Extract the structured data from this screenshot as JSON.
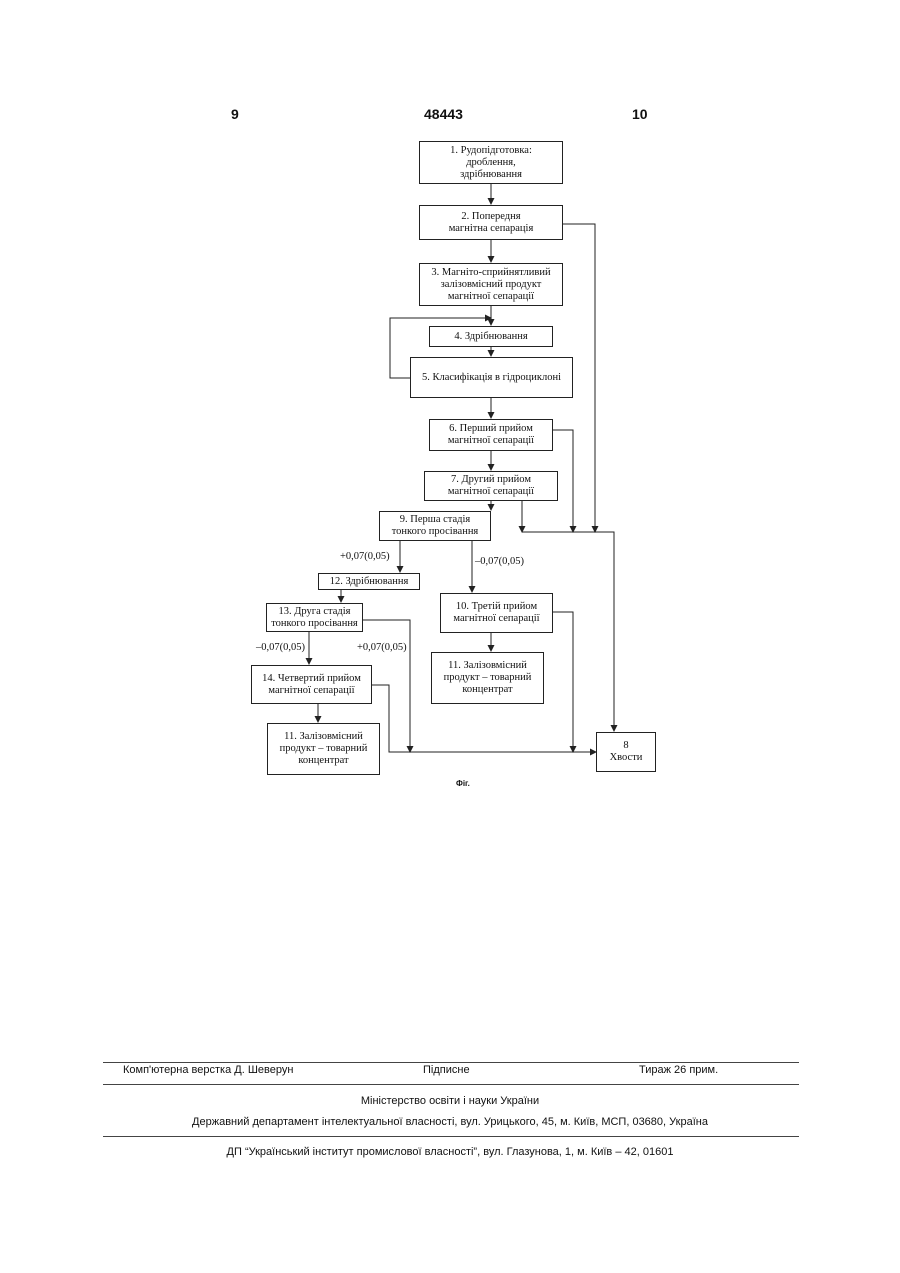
{
  "header": {
    "page_left": "9",
    "patent_number": "48443",
    "page_right": "10"
  },
  "diagram": {
    "nodes": [
      {
        "id": "b1",
        "text": "1. Рудопідготовка:\nдроблення,\nздрібнювання"
      },
      {
        "id": "b2",
        "text": "2. Попередня\nмагнітна сепарація"
      },
      {
        "id": "b3",
        "text": "3. Магніто-сприйнятливий\nзалізовмісний продукт\nмагнітної сепарації"
      },
      {
        "id": "b4",
        "text": "4. Здрібнювання"
      },
      {
        "id": "b5",
        "text": "5. Класифікація в гідроциклоні"
      },
      {
        "id": "b6",
        "text": "6. Перший прийом\nмагнітної сепарації"
      },
      {
        "id": "b7",
        "text": "7. Другий прийом\nмагнітної сепарації"
      },
      {
        "id": "b9",
        "text": "9. Перша стадія\nтонкого просівання"
      },
      {
        "id": "b12",
        "text": "12. Здрібнювання"
      },
      {
        "id": "b10",
        "text": "10. Третій прийом\nмагнітної сепарації"
      },
      {
        "id": "b13",
        "text": "13. Друга стадія\nтонкого просівання"
      },
      {
        "id": "b11a",
        "text": "11. Залізовмісний\nпродукт – товарний\nконцентрат"
      },
      {
        "id": "b14",
        "text": "14. Четвертий прийом\nмагнітної сепарації"
      },
      {
        "id": "b11b",
        "text": "11. Залізовмісний\nпродукт – товарний\nконцентрат"
      },
      {
        "id": "b8",
        "text": "8\nХвости"
      }
    ],
    "labels": {
      "plus_1": "+0,07(0,05)",
      "minus_1": "–0,07(0,05)",
      "minus_2": "–0,07(0,05)",
      "plus_2": "+0,07(0,05)"
    },
    "caption": "Фіг."
  },
  "footer": {
    "layout": "Комп'ютерна верстка Д. Шеверун",
    "signed": "Підписне",
    "circulation": "Тираж 26 прим.",
    "ministry": "Міністерство освіти і науки України",
    "department": "Державний департамент інтелектуальної власності, вул. Урицького, 45, м. Київ, МСП, 03680, Україна",
    "institute": "ДП “Український інститут промислової власності”, вул. Глазунова, 1, м. Київ – 42, 01601"
  }
}
